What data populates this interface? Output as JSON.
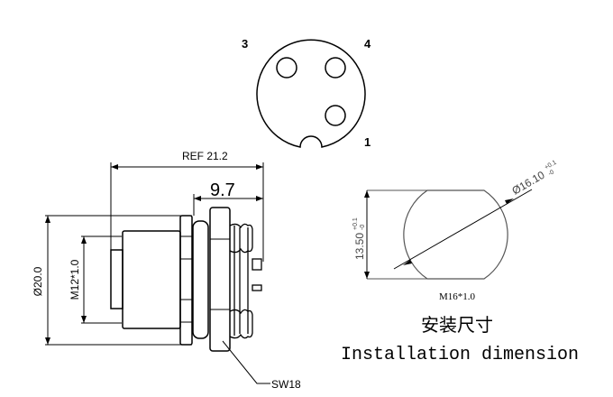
{
  "top_view": {
    "pin_labels": [
      "3",
      "4",
      "1"
    ]
  },
  "side_view": {
    "ref_dimension": "REF 21.2",
    "depth_dimension": "9.7",
    "diameter_dimension": "Ø20.0",
    "thread_dimension": "M12*1.0",
    "wrench_size": "SW18"
  },
  "installation": {
    "height_dimension": "13.50",
    "height_tol_upper": "+0.1",
    "height_tol_lower": "-0",
    "diameter_dimension": "Ø16.10",
    "diameter_tol_upper": "+0.1",
    "diameter_tol_lower": "-0",
    "thread_label": "M16*1.0",
    "title_cn": "安装尺寸",
    "title_en": "Installation dimension"
  },
  "colors": {
    "line": "#000000",
    "thin": "#555555"
  }
}
